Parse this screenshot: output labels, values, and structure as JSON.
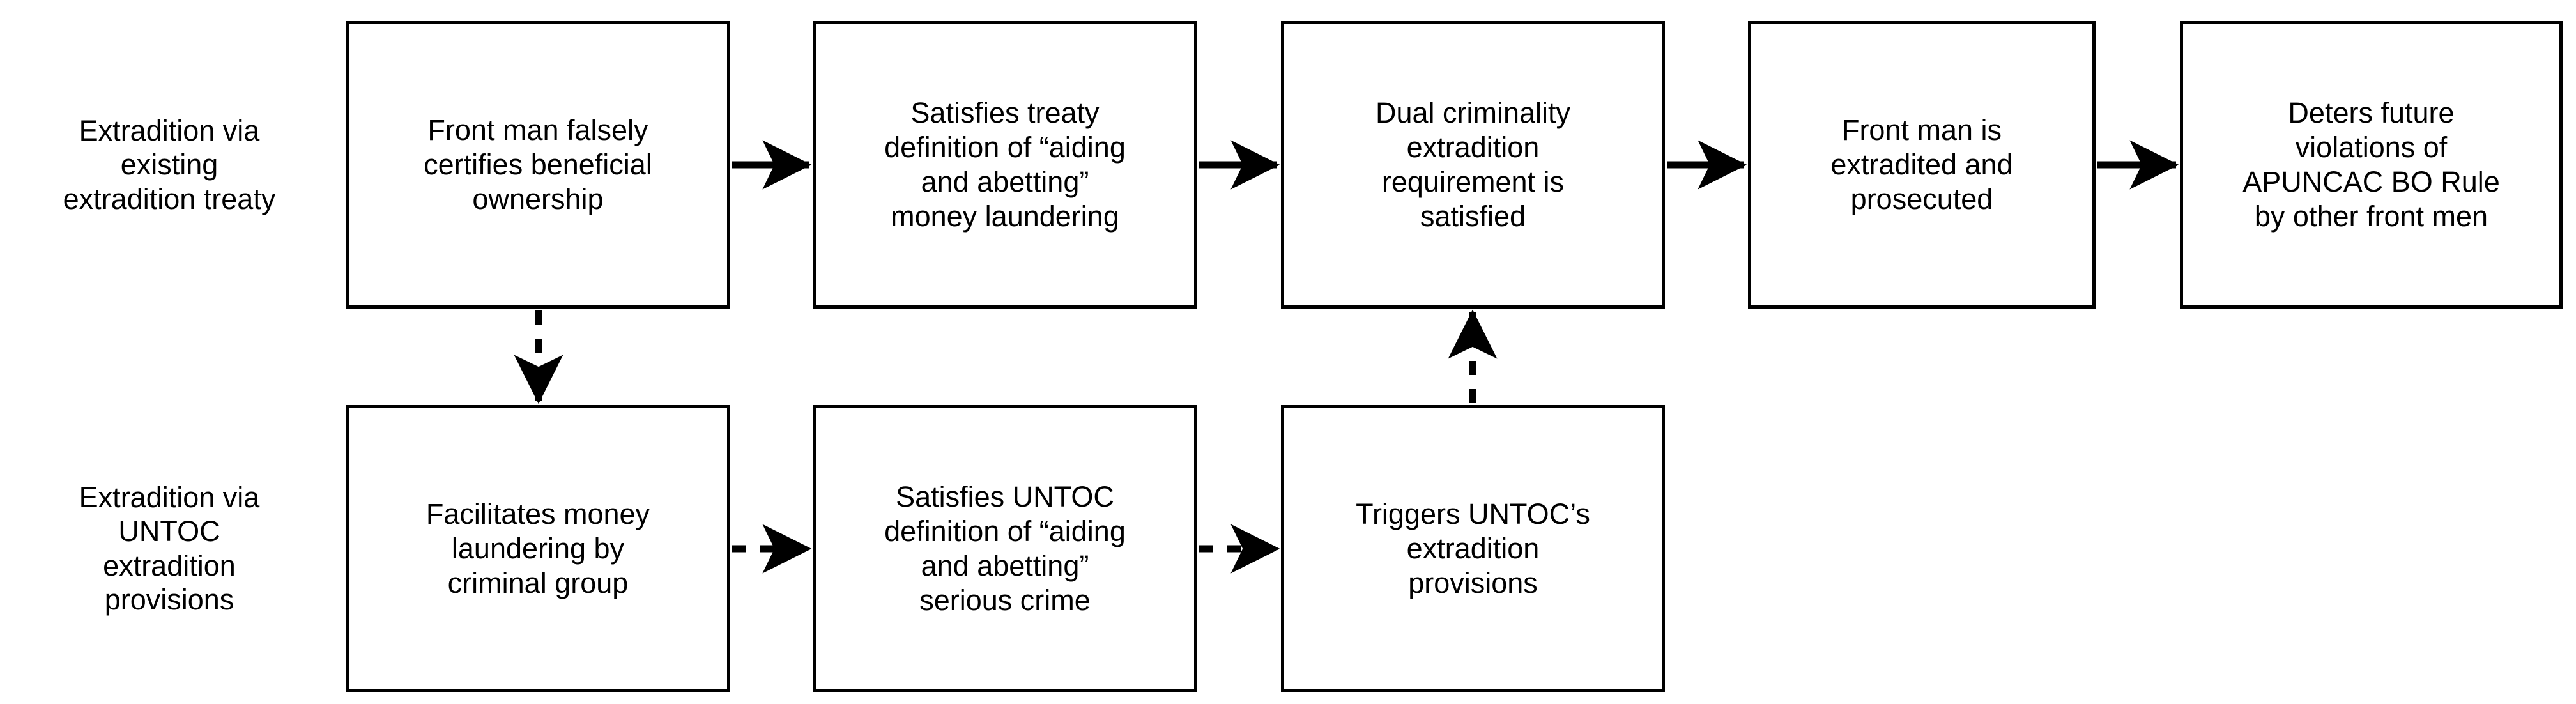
{
  "diagram": {
    "title": "Extradition pathway flowchart for front man beneficial ownership violations",
    "background_color": "#ffffff",
    "line_color": "#000000",
    "text_color": "#000000",
    "rows": [
      {
        "id": "row-existing-treaty",
        "label": "Extradition via\nexisting\nextradition treaty"
      },
      {
        "id": "row-untoc",
        "label": "Extradition via\nUNTOC\nextradition\nprovisions"
      }
    ],
    "nodes": {
      "top": [
        {
          "id": "t1",
          "text": "Front man falsely\ncertifies beneficial\nownership"
        },
        {
          "id": "t2",
          "text": "Satisfies treaty\ndefinition of “aiding\nand abetting”\nmoney laundering"
        },
        {
          "id": "t3",
          "text": "Dual criminality\nextradition\nrequirement is\nsatisfied"
        },
        {
          "id": "t4",
          "text": "Front man is\nextradited and\nprosecuted"
        },
        {
          "id": "t5",
          "text": "Deters future\nviolations of\nAPUNCAC BO Rule\nby other front men"
        }
      ],
      "bottom": [
        {
          "id": "b1",
          "text": "Facilitates money\nlaundering by\ncriminal group"
        },
        {
          "id": "b2",
          "text": "Satisfies UNTOC\ndefinition of “aiding\nand abetting”\nserious crime"
        },
        {
          "id": "b3",
          "text": "Triggers UNTOC’s\nextradition\nprovisions"
        }
      ]
    },
    "edges": [
      {
        "id": "e-t1-t2",
        "from": "t1",
        "to": "t2",
        "style": "solid",
        "direction": "right"
      },
      {
        "id": "e-t2-t3",
        "from": "t2",
        "to": "t3",
        "style": "solid",
        "direction": "right"
      },
      {
        "id": "e-t3-t4",
        "from": "t3",
        "to": "t4",
        "style": "solid",
        "direction": "right"
      },
      {
        "id": "e-t4-t5",
        "from": "t4",
        "to": "t5",
        "style": "solid",
        "direction": "right"
      },
      {
        "id": "e-t1-b1",
        "from": "t1",
        "to": "b1",
        "style": "dashed",
        "direction": "down"
      },
      {
        "id": "e-b1-b2",
        "from": "b1",
        "to": "b2",
        "style": "dashed",
        "direction": "right"
      },
      {
        "id": "e-b2-b3",
        "from": "b2",
        "to": "b3",
        "style": "dashed",
        "direction": "right"
      },
      {
        "id": "e-b3-t3",
        "from": "b3",
        "to": "t3",
        "style": "dashed",
        "direction": "up"
      }
    ]
  }
}
